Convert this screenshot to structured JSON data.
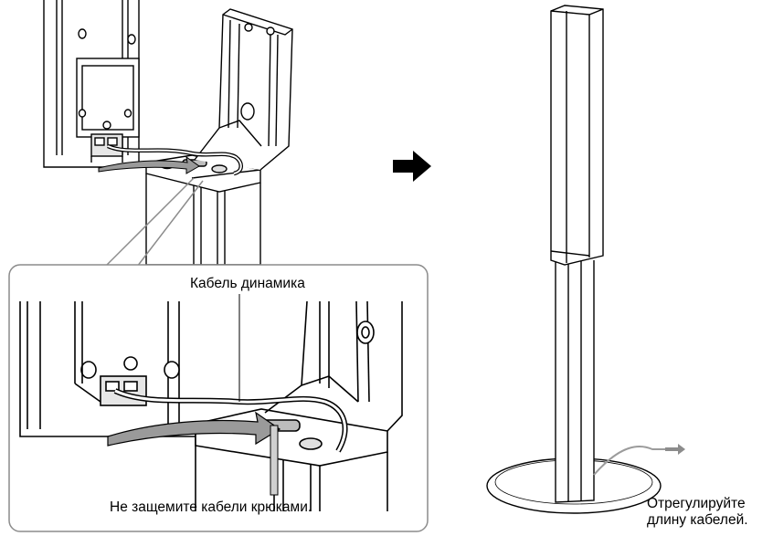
{
  "labels": {
    "speaker_cable": "Кабель динамика",
    "no_pinch": "Не защемите кабели крюками.",
    "adjust_line1": "Отрегулируйте",
    "adjust_line2": "длину кабелей."
  },
  "colors": {
    "line": "#000000",
    "panel": "#ffffff",
    "fill_light": "#d9d9d9",
    "fill_mid": "#9a9a9a",
    "callout_border": "#8c8c8c",
    "arrow_gray": "#8c8c8c",
    "cable_gray": "#9b9b9b"
  },
  "icons": [
    "right-arrow-icon"
  ]
}
